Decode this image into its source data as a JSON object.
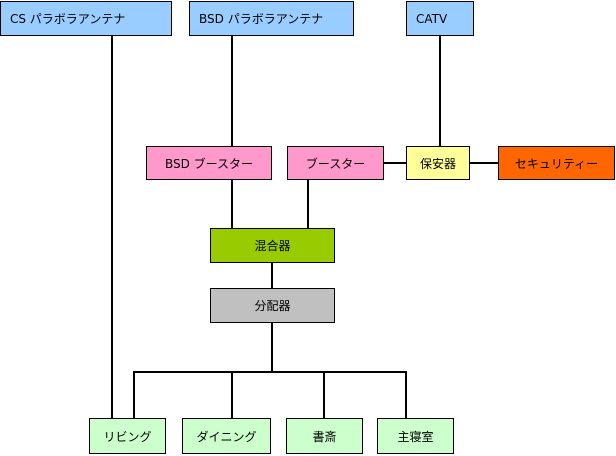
{
  "diagram": {
    "nodes": {
      "cs_antenna": {
        "label": "CS パラボラアンテナ",
        "color": "#99ccff"
      },
      "bsd_antenna": {
        "label": "BSD パラボラアンテナ",
        "color": "#99ccff"
      },
      "catv": {
        "label": "CATV",
        "color": "#99ccff"
      },
      "bsd_booster": {
        "label": "BSD ブースター",
        "color": "#ff99cc"
      },
      "booster": {
        "label": "ブースター",
        "color": "#ff99cc"
      },
      "protector": {
        "label": "保安器",
        "color": "#ffff99"
      },
      "security": {
        "label": "セキュリティー",
        "color": "#ff6600"
      },
      "mixer": {
        "label": "混合器",
        "color": "#99cc00"
      },
      "distributor": {
        "label": "分配器",
        "color": "#c0c0c0"
      },
      "living": {
        "label": "リビング",
        "color": "#ccffcc"
      },
      "dining": {
        "label": "ダイニング",
        "color": "#ccffcc"
      },
      "study": {
        "label": "書斎",
        "color": "#ccffcc"
      },
      "master_bedroom": {
        "label": "主寝室",
        "color": "#ccffcc"
      }
    },
    "connections": [
      [
        "cs_antenna",
        "living"
      ],
      [
        "bsd_antenna",
        "bsd_booster"
      ],
      [
        "catv",
        "protector"
      ],
      [
        "booster",
        "protector"
      ],
      [
        "protector",
        "security"
      ],
      [
        "bsd_booster",
        "mixer"
      ],
      [
        "booster",
        "mixer"
      ],
      [
        "mixer",
        "distributor"
      ],
      [
        "distributor",
        "living"
      ],
      [
        "distributor",
        "dining"
      ],
      [
        "distributor",
        "study"
      ],
      [
        "distributor",
        "master_bedroom"
      ]
    ]
  }
}
